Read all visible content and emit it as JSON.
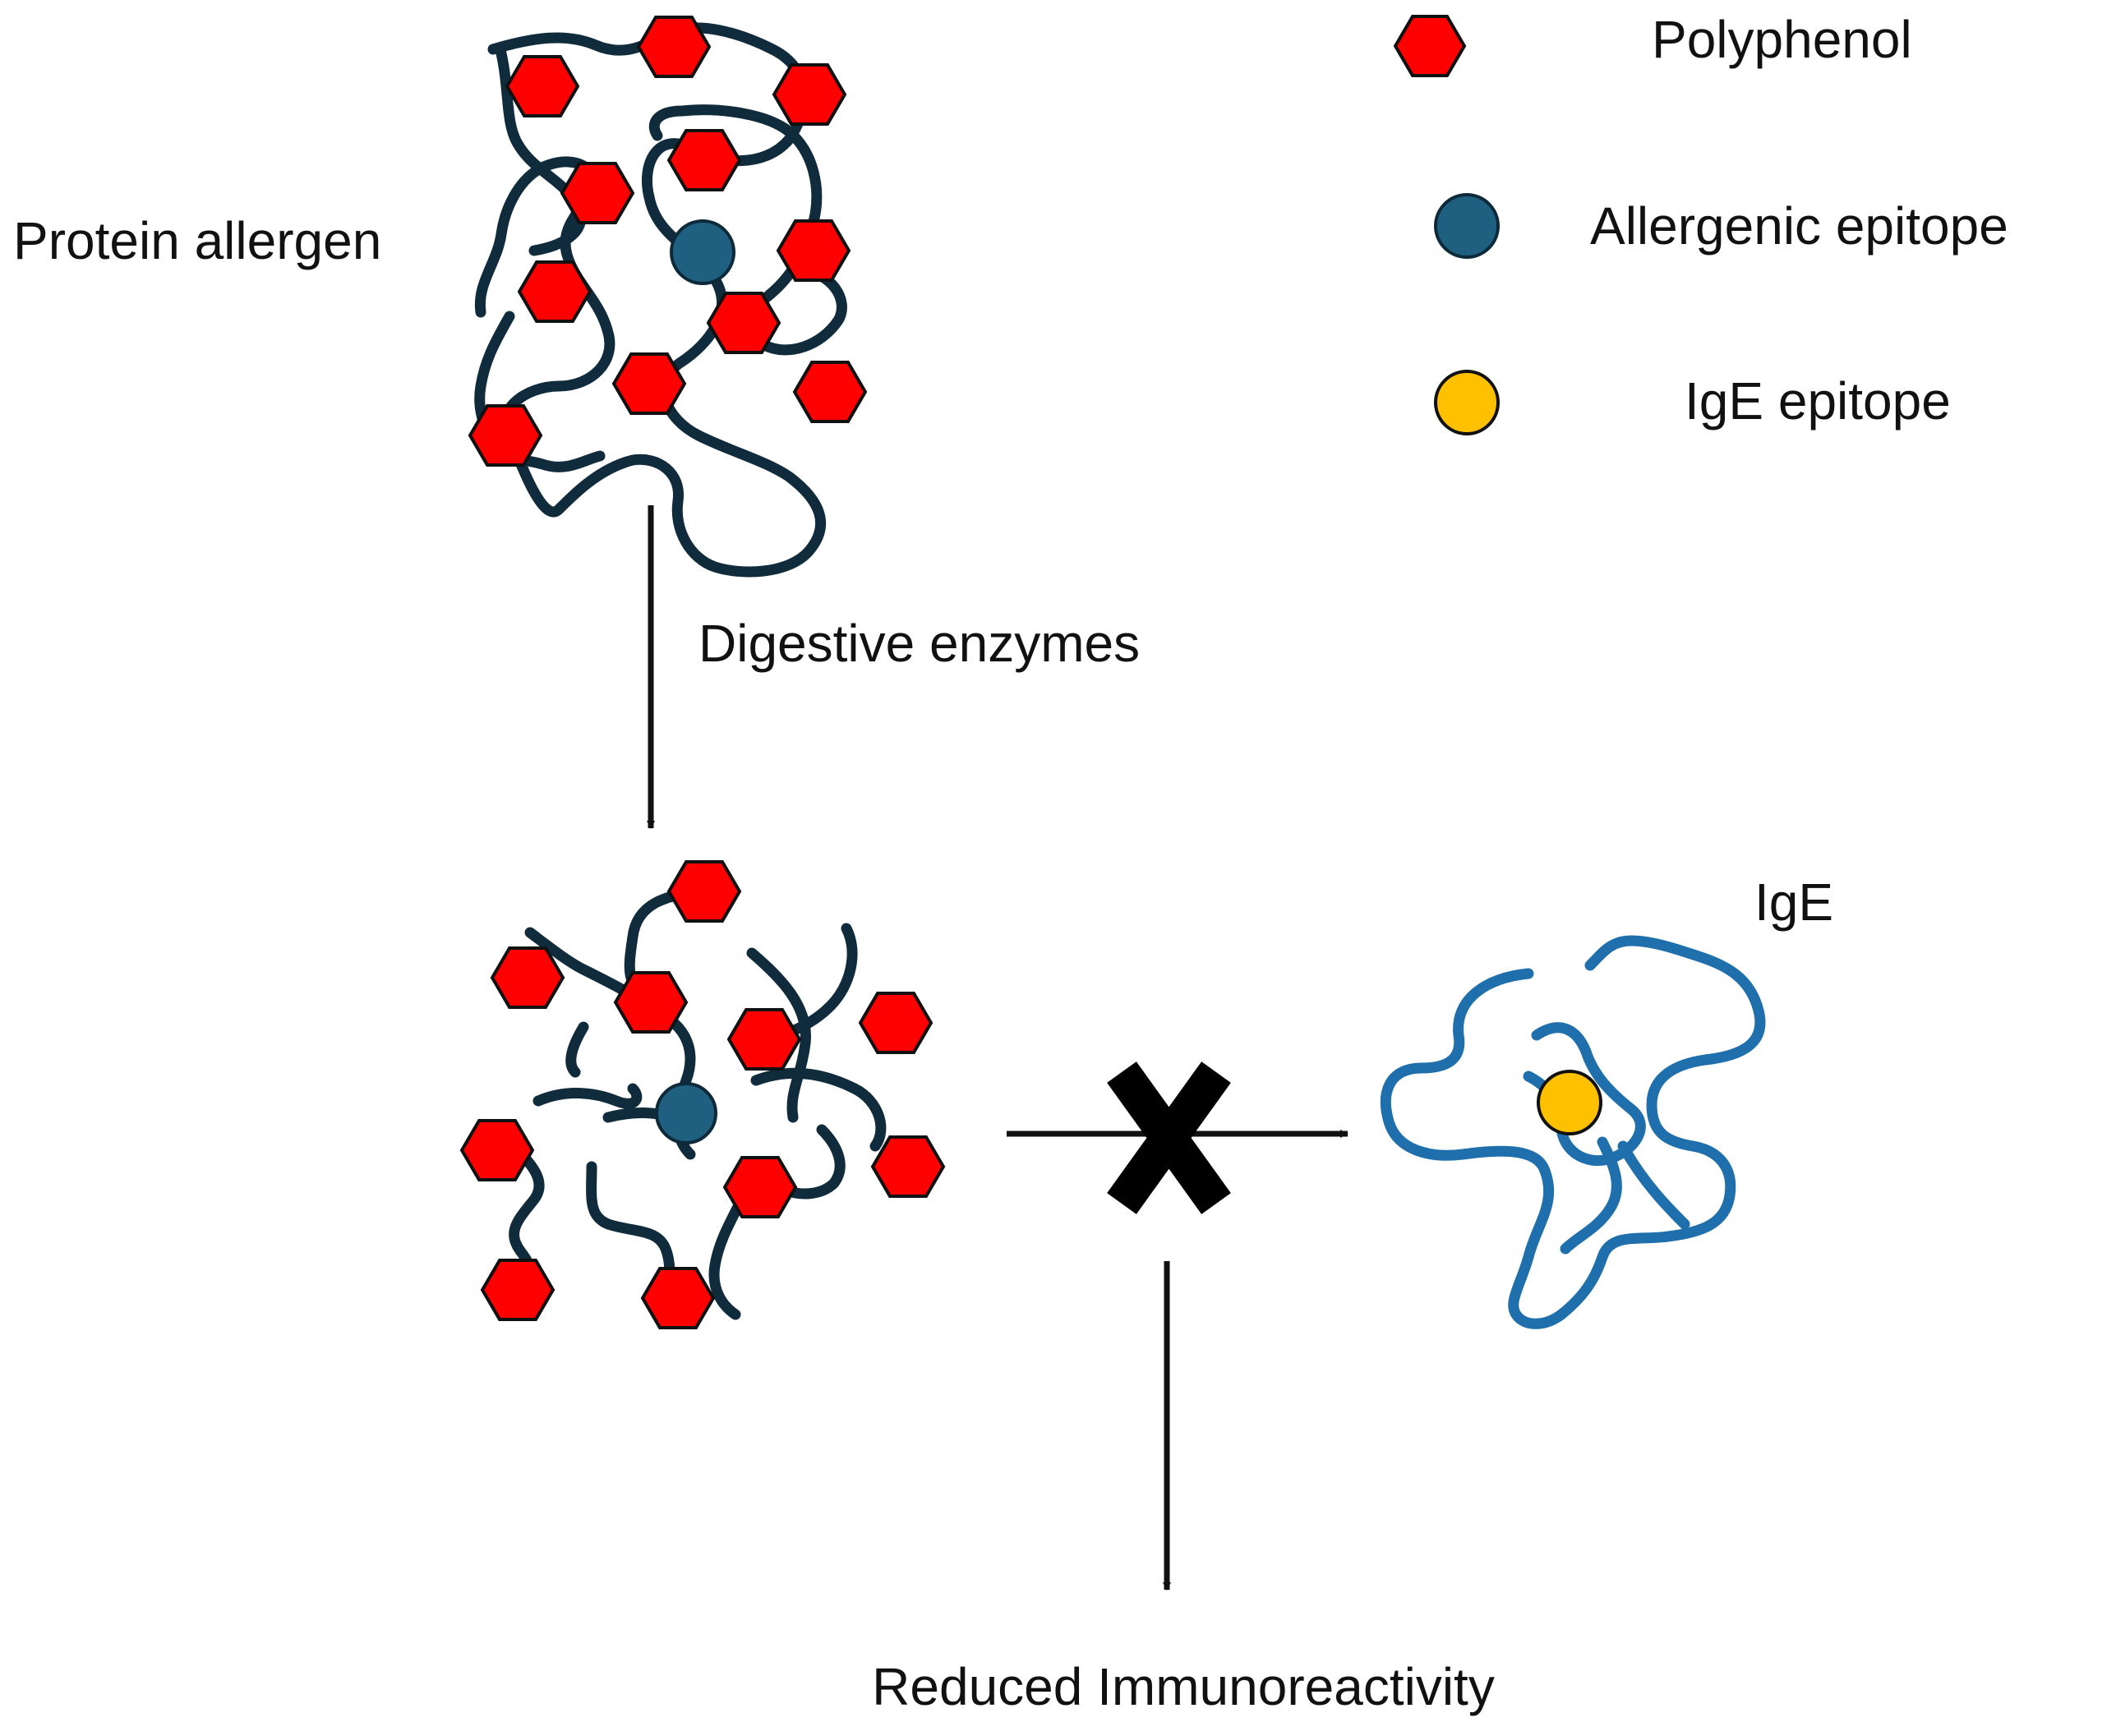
{
  "legend": {
    "polyphenol": "Polyphenol",
    "allergenic_epitope": "Allergenic epitope",
    "ige_epitope": "IgE epitope"
  },
  "labels": {
    "protein_allergen": "Protein allergen",
    "digestive_enzymes": "Digestive enzymes",
    "ige": "IgE",
    "result": "Reduced Immunoreactivity"
  },
  "colors": {
    "polyphenol": "#ff0000",
    "allergenic_epitope": "#1f5f80",
    "ige_epitope": "#ffc000",
    "protein_chain": "#0f2b3c",
    "ige_chain": "#1f6fad",
    "blocked_mark": "#000000"
  },
  "icons": {
    "blocked": "x-mark-icon"
  }
}
